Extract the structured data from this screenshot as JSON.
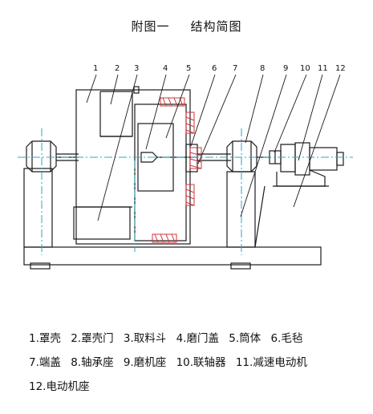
{
  "title": {
    "part1": "附图一",
    "part2": "结构简图"
  },
  "part_numbers": [
    "1",
    "2",
    "3",
    "4",
    "5",
    "6",
    "7",
    "8",
    "9",
    "10",
    "11",
    "12"
  ],
  "legend": {
    "row1": [
      "1.罩壳",
      "2.罩壳门",
      "3.取料斗",
      "4.磨门盖",
      "5.筒体",
      "6.毛毡"
    ],
    "row2": [
      "7.端盖",
      "8.轴承座",
      "9.磨机座",
      "10.联轴器",
      "11.减速电动机"
    ],
    "row3": [
      "12.电动机座"
    ]
  },
  "colors": {
    "line": "#1a1a1a",
    "centerline": "#2aa7c9",
    "hatch": "#d0343a"
  }
}
